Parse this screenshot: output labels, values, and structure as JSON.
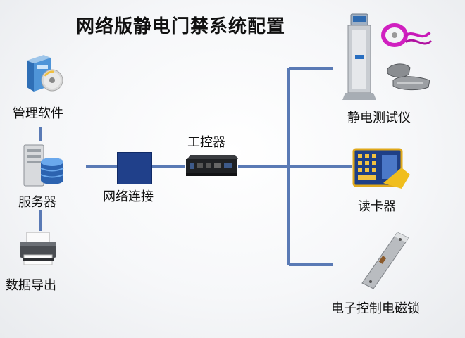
{
  "title": "网络版静电门禁系统配置",
  "nodes": {
    "software": {
      "label": "管理软件",
      "icon": "software-box-icon"
    },
    "server": {
      "label": "服务器",
      "icon": "server-database-icon"
    },
    "export": {
      "label": "数据导出",
      "icon": "printer-icon"
    },
    "network": {
      "label": "网络连接",
      "icon": "network-box-icon"
    },
    "controller": {
      "label": "工控器",
      "icon": "industrial-pc-icon"
    },
    "tester": {
      "label": "静电测试仪",
      "icon": "esd-tester-icon"
    },
    "reader": {
      "label": "读卡器",
      "icon": "card-reader-icon"
    },
    "lock": {
      "label": "电子控制电磁锁",
      "icon": "magnetic-lock-icon"
    }
  },
  "colors": {
    "line": "#5a7ab5",
    "network_box": "#20408a"
  }
}
